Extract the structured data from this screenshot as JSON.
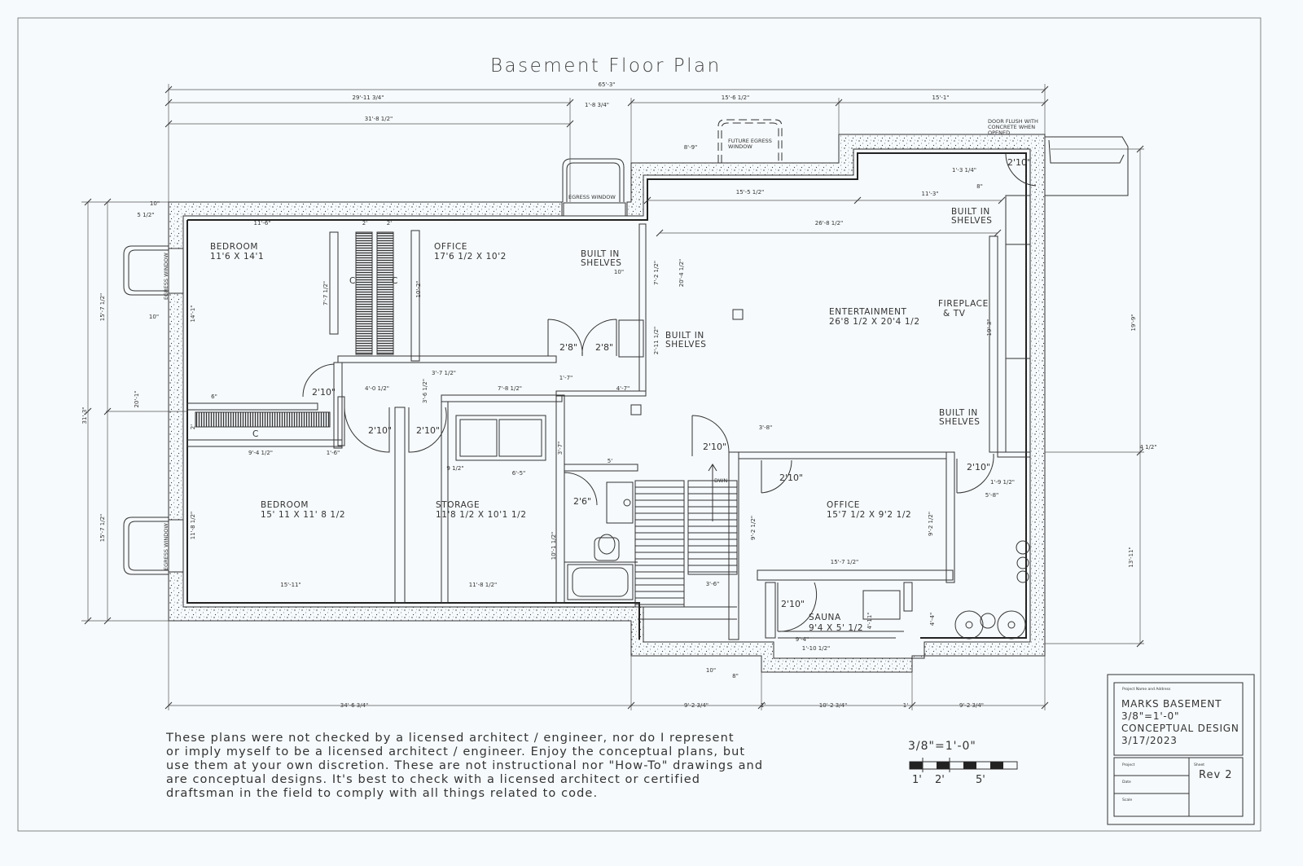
{
  "title": "Basement Floor Plan",
  "rooms": {
    "bedroom1": {
      "name": "BEDROOM",
      "size": "11'6 X 14'1"
    },
    "office1": {
      "name": "OFFICE",
      "size": "17'6 1/2 X 10'2"
    },
    "entertainment": {
      "name": "ENTERTAINMENT",
      "size": "26'8 1/2 X 20'4 1/2"
    },
    "bedroom2": {
      "name": "BEDROOM",
      "size": "15' 11 X 11' 8 1/2"
    },
    "storage": {
      "name": "STORAGE",
      "size": "11'8 1/2 X 10'1 1/2"
    },
    "office2": {
      "name": "OFFICE",
      "size": "15'7 1/2 X 9'2 1/2"
    },
    "sauna": {
      "name": "SAUNA",
      "size": "9'4 X 5' 1/2"
    }
  },
  "notes": {
    "built_in": "BUILT IN",
    "shelves": "SHELVES",
    "fireplace": "FIREPLACE",
    "and_tv": "&  TV",
    "egress_window": "EGRESS WINDOW",
    "future_egress": "FUTURE EGRESS",
    "window": "WINDOW",
    "door_flush_1": "DOOR FLUSH WITH",
    "door_flush_2": "CONCRETE WHEN",
    "door_flush_3": "OPENED",
    "down": "DWN",
    "closet": "C"
  },
  "doors": {
    "d2_8": "2'8\"",
    "d2_10": "2'10\"",
    "d2_6": "2'6\""
  },
  "dimensions": [
    "65'-3\"",
    "29'-11 3/4\"",
    "1'-8 3/4\"",
    "31'-8 1/2\"",
    "15'-6 1/2\"",
    "15'-1\"",
    "8'-9\"",
    "15'-5 1/2\"",
    "11'-3\"",
    "1'-3 1/4\"",
    "8\"",
    "26'-8 1/2\"",
    "11'-6\"",
    "2'",
    "2'",
    "10\"",
    "5 1/2\"",
    "10\"",
    "15'-7 1/2\"",
    "15'-7 1/2\"",
    "31'-3\"",
    "20'-1\"",
    "14'-1\"",
    "11'-8 1/2\"",
    "7'-7 1/2\"",
    "10'-2\"",
    "6\"",
    "2'",
    "3'-6 1/2\"",
    "3'-7 1/2\"",
    "4'-0 1/2\"",
    "7'-8 1/2\"",
    "1'-7\"",
    "4'-7\"",
    "3'-7\"",
    "5'",
    "6'-5\"",
    "9'-4 1/2\"",
    "1'-6\"",
    "10'-1 1/2\"",
    "15'-11\"",
    "11'-8 1/2\"",
    "10\"",
    "7'-2 1/2\"",
    "20'-4 1/2\"",
    "2'-11 1/2\"",
    "3'-6\"",
    "3'-8\"",
    "9'-2 1/2\"",
    "15'-7 1/2\"",
    "9'-2 1/2\"",
    "19'-3\"",
    "1'-9 1/2\"",
    "5'-8\"",
    "4'-4\"",
    "4'-11\"",
    "9'-4\"",
    "1'-10 1/2\"",
    "10\"",
    "8\"",
    "19'-9\"",
    "13'-11\"",
    "4 1/2\"",
    "34'-6 3/4\"",
    "9'-2 3/4\"",
    "1'",
    "10'-2 3/4\"",
    "1'",
    "9'-2 3/4\"",
    "9 1/2\""
  ],
  "disclaimer": [
    "These plans were not checked by a licensed architect / engineer, nor do I represent",
    "or imply myself to be a licensed architect / engineer. Enjoy the conceptual plans, but",
    "use them at your own discretion. These are not instructional nor \"How-To\" drawings and",
    "are conceptual designs. It's best to check with a licensed architect or certified",
    "draftsman in the field to comply with all things related to code."
  ],
  "scale": {
    "label": "3/8\"=1'-0\"",
    "ticks": [
      "1'",
      "2'",
      "5'"
    ]
  },
  "title_block": {
    "header": "Project Name and Address",
    "lines": [
      "MARKS BASEMENT",
      "3/8\"=1'-0\"",
      "CONCEPTUAL DESIGN",
      "3/17/2023"
    ],
    "project_label": "Project",
    "date_label": "Date",
    "scale_label": "Scale",
    "sheet_label": "Sheet",
    "sheet_value": "Rev 2"
  }
}
